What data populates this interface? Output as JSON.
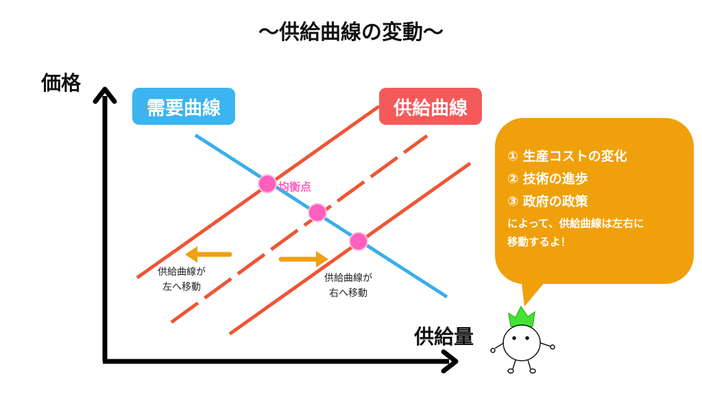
{
  "title": "～供給曲線の変動～",
  "axes": {
    "y_label": "価格",
    "x_label": "供給量"
  },
  "legend": {
    "demand": "需要曲線",
    "supply": "供給曲線"
  },
  "equilibrium_label": "均衡点",
  "shift_left_note": [
    "供給曲線が",
    "左へ移動"
  ],
  "shift_right_note": [
    "供給曲線が",
    "右へ移動"
  ],
  "bubble": {
    "items": [
      "① 生産コストの変化",
      "② 技術の進歩",
      "③ 政府の政策"
    ],
    "conclusion": [
      "によって、供給曲線は左右に",
      "移動するよ！"
    ]
  },
  "colors": {
    "demand": "#3aaeea",
    "supply": "#ee5535",
    "point": "#ff5fbd",
    "arrow": "#f0a010",
    "bubble": "#f0a00a",
    "supply_box": "#f45a5a",
    "demand_box": "#3bb4f0"
  }
}
